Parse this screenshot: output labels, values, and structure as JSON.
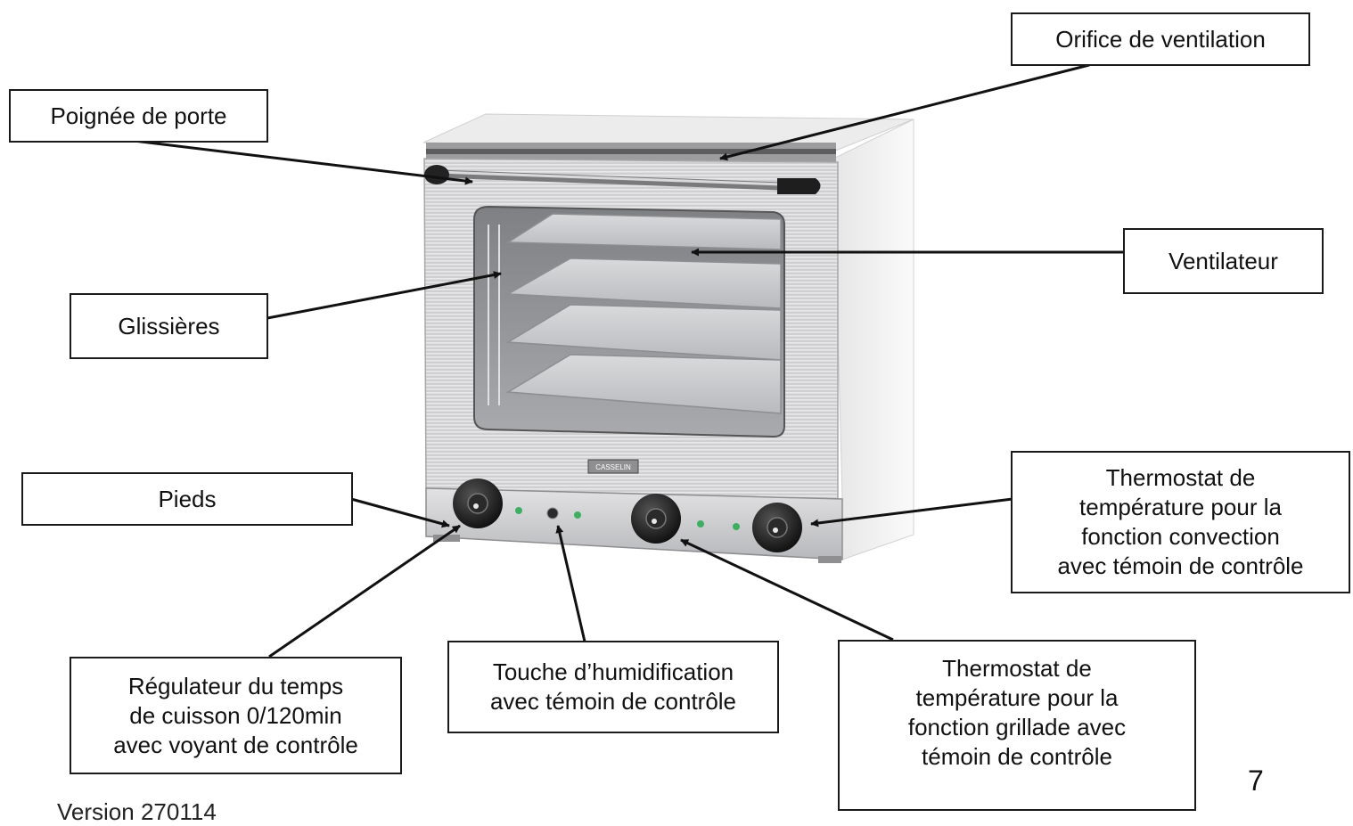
{
  "callouts": {
    "orifice": "Orifice de ventilation",
    "poignee": "Poignée de porte",
    "ventilateur": "Ventilateur",
    "glissieres": "Glissières",
    "pieds": "Pieds",
    "thermo_convection": [
      "Thermostat de",
      "température pour la",
      "fonction convection",
      "avec témoin de contrôle"
    ],
    "regulateur": [
      "Régulateur du temps",
      "de cuisson 0/120min",
      "avec voyant de contrôle"
    ],
    "touche": [
      "Touche d’humidification",
      "avec témoin de contrôle"
    ],
    "thermo_grillade": [
      "Thermostat de",
      "température pour la",
      "fonction grillade avec",
      "témoin de contrôle"
    ]
  },
  "brand_plate": "CASSELIN",
  "page_number": "7",
  "footer_text": "Version 270114"
}
